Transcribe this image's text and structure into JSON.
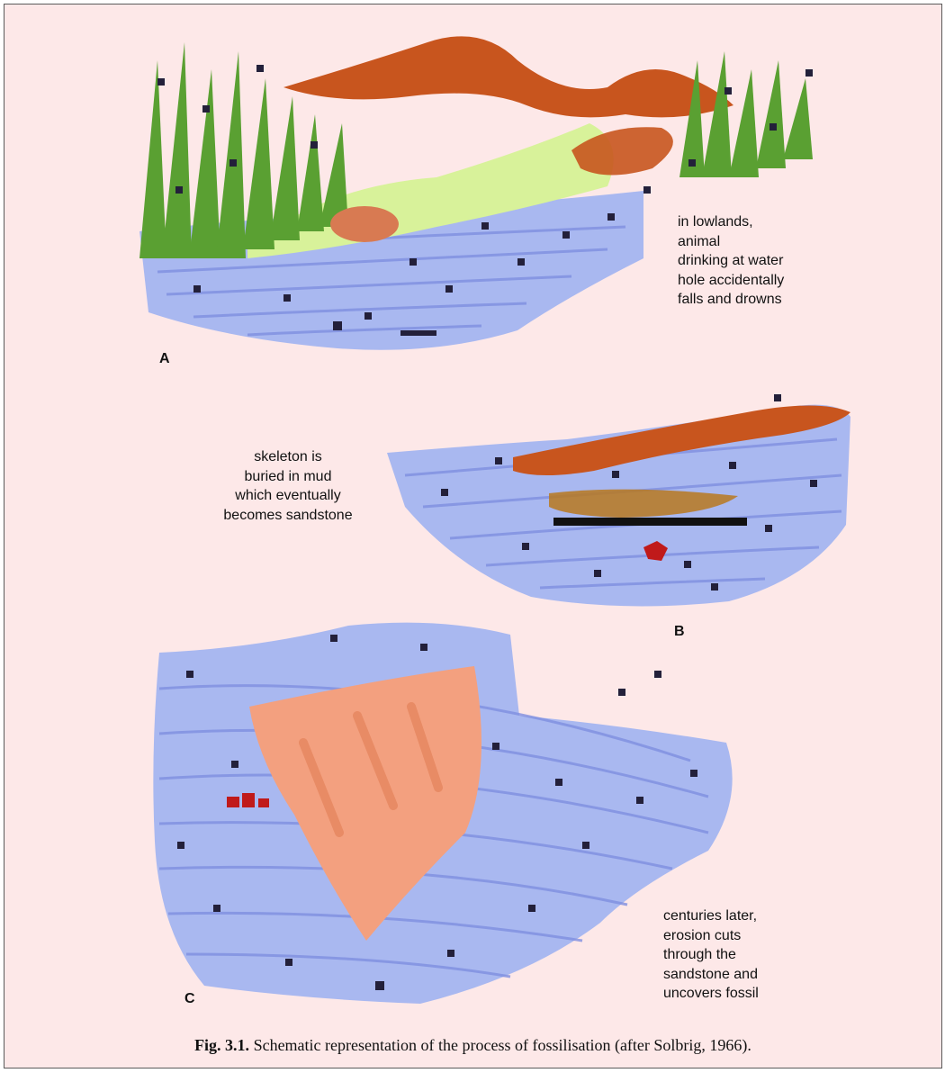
{
  "panels": [
    {
      "label": "A",
      "annotation": [
        "in lowlands,",
        "animal",
        "drinking at water",
        "hole accidentally",
        "falls and drowns"
      ]
    },
    {
      "label": "B",
      "annotation": [
        "skeleton is",
        "buried in mud",
        "which eventually",
        "becomes sandstone"
      ]
    },
    {
      "label": "C",
      "annotation": [
        "centuries later,",
        "erosion cuts",
        "through the",
        "sandstone and",
        "uncovers fossil"
      ]
    }
  ],
  "caption": {
    "figure_number": "Fig. 3.1.",
    "text": "Schematic representation of the process of fossilisation (after Solbrig, 1966)."
  },
  "colors": {
    "background": "#fde8e8",
    "water": "#a9b8f0",
    "water_line": "#7f8fe0",
    "mud_brown": "#c8551e",
    "grass": "#5aa032",
    "pond_green": "#d8f29a",
    "sandstone": "#f3a07f",
    "dark_speckle": "#23203a",
    "fossil_red": "#c01a1a"
  }
}
